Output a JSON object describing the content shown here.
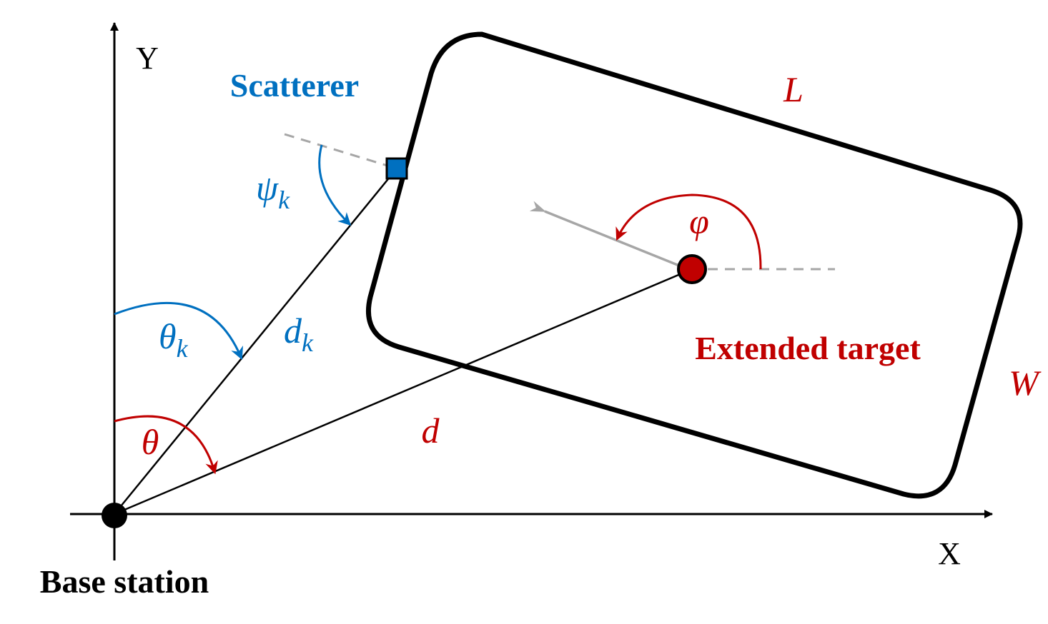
{
  "axes": {
    "x_label": "X",
    "y_label": "Y"
  },
  "labels": {
    "base_station": "Base station",
    "scatterer": "Scatterer",
    "extended_target": "Extended target",
    "length": "L",
    "width": "W",
    "distance": "d",
    "scatterer_distance_base": "d",
    "scatterer_distance_sub": "k",
    "angle_theta": "θ",
    "angle_theta_k_base": "θ",
    "angle_theta_k_sub": "k",
    "angle_psi_k_base": "ψ",
    "angle_psi_k_sub": "k",
    "angle_phi": "φ"
  },
  "colors": {
    "red": "#c00000",
    "blue": "#0070c0",
    "black": "#000000",
    "gray": "#a6a6a6",
    "dashed_gray": "#a6a6a6",
    "scatterer_fill": "#0070c0",
    "target_fill": "#c00000"
  }
}
